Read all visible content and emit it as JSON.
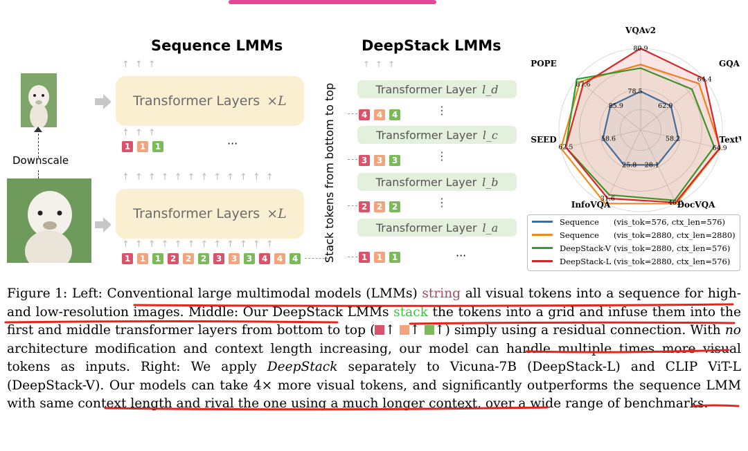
{
  "left": {
    "title": "Sequence LMMs",
    "layer_label": "Transformer Layers",
    "layer_mult": "×L",
    "downscale": "Downscale",
    "ellipsis": "···",
    "low_tokens": [
      "1",
      "1",
      "1"
    ],
    "high_tokens": [
      "1",
      "1",
      "1",
      "2",
      "2",
      "2",
      "3",
      "3",
      "3",
      "4",
      "4",
      "4"
    ]
  },
  "middle": {
    "title": "DeepStack LMMs",
    "layer_label": "Transformer Layer",
    "vertical_label": "Stack tokens from bottom to top",
    "layer_subs": [
      "l_d",
      "l_c",
      "l_b",
      "l_a"
    ],
    "stack_numbers": [
      "4",
      "3",
      "2",
      "1"
    ],
    "ellipsis": "···",
    "vdots": "⋮"
  },
  "chart_data": {
    "type": "radar",
    "axes": [
      "VQAv2",
      "GQA",
      "TextVQA",
      "DocVQA",
      "InfoVQA",
      "SEED",
      "POPE"
    ],
    "series": [
      {
        "name": "Sequence",
        "config": "(vis_tok=576, ctx_len=576)",
        "color": "#2a72b5",
        "values": [
          78.5,
          62.0,
          58.2,
          28.1,
          25.8,
          58.6,
          85.9
        ]
      },
      {
        "name": "Sequence",
        "config": "(vis_tok=2880, ctx_len=2880)",
        "color": "#f28a1e",
        "values": [
          80.0,
          64.0,
          65.0,
          46.5,
          32.5,
          63.0,
          87.8
        ]
      },
      {
        "name": "DeepStack-V",
        "config": "(vis_tok=2880, ctx_len=576)",
        "color": "#2aa02a",
        "values": [
          79.8,
          63.5,
          64.0,
          45.0,
          31.0,
          62.5,
          88.0
        ]
      },
      {
        "name": "DeepStack-L",
        "config": "(vis_tok=2880, ctx_len=576)",
        "color": "#d62728",
        "values": [
          80.9,
          64.4,
          64.9,
          46.0,
          31.6,
          62.5,
          87.6
        ]
      }
    ],
    "labels": {
      "VQAv2": [
        "80.9",
        "78.5"
      ],
      "GQA": [
        "64.4",
        "62.0"
      ],
      "TextVQA": [
        "64.9",
        "58.2"
      ],
      "DocVQA": [
        "46.0",
        "28.1"
      ],
      "InfoVQA": [
        "31.6",
        "25.8"
      ],
      "SEED": [
        "62.5",
        "58.6"
      ],
      "POPE": [
        "87.6",
        "85.9"
      ]
    }
  },
  "caption": {
    "p1": "Figure 1: Left: ",
    "p2": "Conventional large multimodal models (LMMs) ",
    "p3": "string",
    "p4": " all visual tokens into a sequence for high- and low-resolution images. Middle: Our DeepStack LMMs ",
    "p5": "stack",
    "p6": " the tokens into a grid and infuse them into the first and middle transformer layers from bottom to top (",
    "p7": ") simply using a residual connection. With ",
    "p8": "no",
    "p9": " architecture modification and context length increasing, our model can handle multiple times more visual tokens as inputs. Right: We apply ",
    "p10": "DeepStack",
    "p11": " separately to Vicuna-7B (DeepStack-L) and CLIP ViT-L (DeepStack-V). Our models can take 4× more visual tokens, and significantly outperforms the sequence LMM with same context length and rival the one using a much longer context, over a wide range of benchmarks.",
    "arrow": "↑"
  }
}
